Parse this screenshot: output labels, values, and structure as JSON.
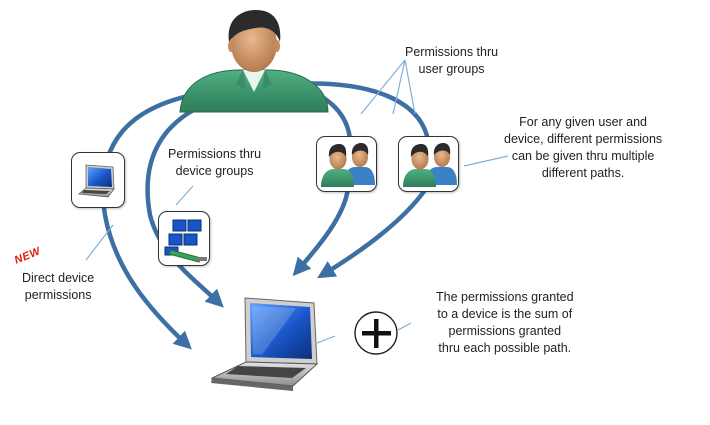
{
  "labels": {
    "user_groups": [
      "Permissions thru",
      "user groups"
    ],
    "device_groups": [
      "Permissions thru",
      "device groups"
    ],
    "multiple_paths": [
      "For any given user and",
      "device, different permissions",
      "can be given thru multiple",
      "different paths."
    ],
    "direct": [
      "Direct device",
      "permissions"
    ],
    "sum": [
      "The permissions granted",
      "to a device is the sum of",
      "permissions granted",
      "thru each possible path."
    ]
  },
  "badge": "NEW",
  "colors": {
    "arrow": "#3d6fa5",
    "leader": "#7fb0d8",
    "user_shirt": "#3f9a72",
    "new_badge": "#e02010"
  }
}
